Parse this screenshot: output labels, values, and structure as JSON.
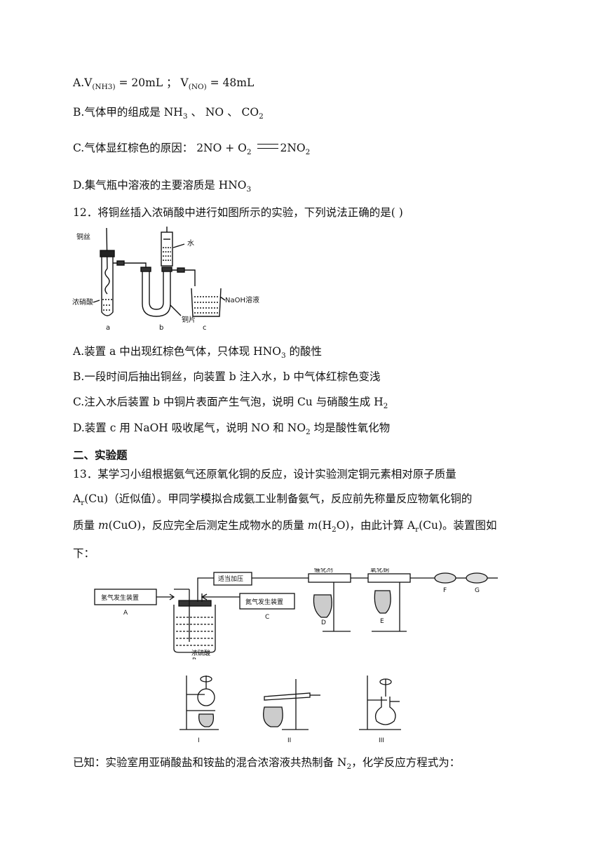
{
  "q11": {
    "a": {
      "prefix": "A.",
      "v1_label": "V",
      "v1_sub": "(NH",
      "v1_sub2": "3",
      "v1_sub3": ")",
      "v1_val": " = 20mL",
      "sep": "；",
      "v2_label": "V",
      "v2_sub": "(NO)",
      "v2_val": " = 48mL"
    },
    "b": {
      "text": "B.气体甲的组成是 NH",
      "s1": "3",
      "mid1": " 、 NO 、 CO",
      "s2": "2"
    },
    "c": {
      "text": "C.气体显红棕色的原因：",
      "eq_left": "2NO + O",
      "eq_s1": "2",
      "eq_right": "2NO",
      "eq_s2": "2"
    },
    "d": {
      "text": "D.集气瓶中溶液的主要溶质是 HNO",
      "s1": "3"
    }
  },
  "q12": {
    "stem": "12．将铜丝插入浓硝酸中进行如图所示的实验，下列说法正确的是(    )",
    "figure": {
      "label_wire": "铜丝",
      "label_water": "水",
      "label_acid": "浓硝酸",
      "label_naoh": "NaOH溶液",
      "label_sheet": "铜片",
      "label_a": "a",
      "label_b": "b",
      "label_c": "c"
    },
    "a": {
      "text": "A.装置 a 中出现红棕色气体，只体现 HNO",
      "s1": "3",
      "tail": " 的酸性"
    },
    "b": {
      "text": "B.一段时间后抽出铜丝，向装置 b 注入水，b 中气体红棕色变浅"
    },
    "c": {
      "text": "C.注入水后装置 b 中铜片表面产生气泡，说明 Cu 与硝酸生成 H",
      "s1": "2"
    },
    "d": {
      "text": "D.装置 c 用 NaOH 吸收尾气，说明 NO 和 NO",
      "s1": "2",
      "tail": " 均是酸性氧化物"
    }
  },
  "section2": {
    "heading": "二、实验题"
  },
  "q13": {
    "line1": "13．某学习小组根据氨气还原氧化铜的反应，设计实验测定铜元素相对原子质量",
    "line2_a": "A",
    "line2_asub": "r",
    "line2_b": "(Cu)（近似值）。甲同学模拟合成氨工业制备氨气，反应前先称量反应物氧化铜的",
    "line3_a": "质量 ",
    "line3_m1": "m",
    "line3_b": "(CuO)，反应完全后测定生成物水的质量 ",
    "line3_m2": "m",
    "line3_c": "(H",
    "line3_s": "2",
    "line3_d": "O)，由此计算 A",
    "line3_asub": "r",
    "line3_e": "(Cu)。装置图如",
    "line4": "下：",
    "figure": {
      "label_A_box": "氢气发生装置",
      "label_A": "A",
      "label_heat_box": "适当加压",
      "label_C_box": "氮气发生装置",
      "label_C": "C",
      "label_B": "B",
      "label_B_liquid": "浓硫酸",
      "label_catalyst": "催化剂",
      "label_D": "D",
      "label_cuo": "氧化铜",
      "label_E": "E",
      "label_F": "F",
      "label_G": "G",
      "label_I": "I",
      "label_II": "II",
      "label_III": "III"
    },
    "known_a": "已知：实验室用亚硝酸盐和铵盐的混合浓溶液共热制备 N",
    "known_s": "2",
    "known_b": "，化学反应方程式为："
  }
}
